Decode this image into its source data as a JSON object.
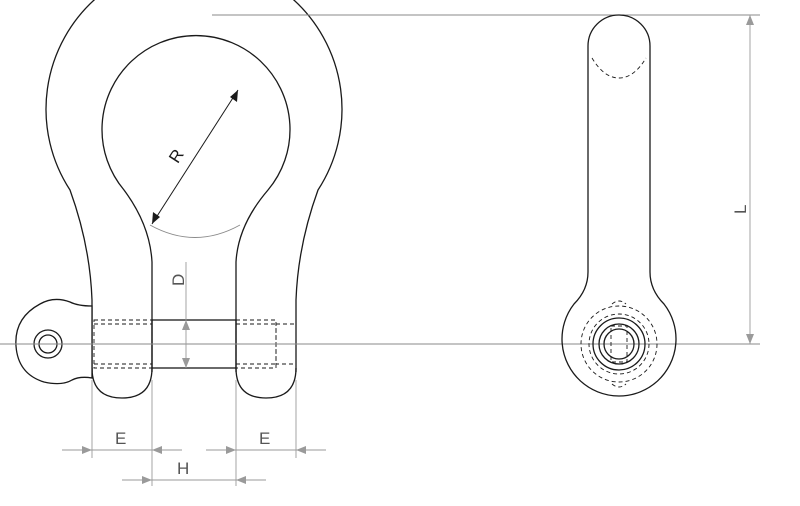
{
  "diagram": {
    "labels": {
      "radius": "R",
      "diameter": "D",
      "length": "L",
      "eye_left": "E",
      "eye_right": "E",
      "gap": "H"
    },
    "colors": {
      "line": "#1a1a1a",
      "dimension": "#9a9a9a",
      "background": "#ffffff"
    }
  }
}
